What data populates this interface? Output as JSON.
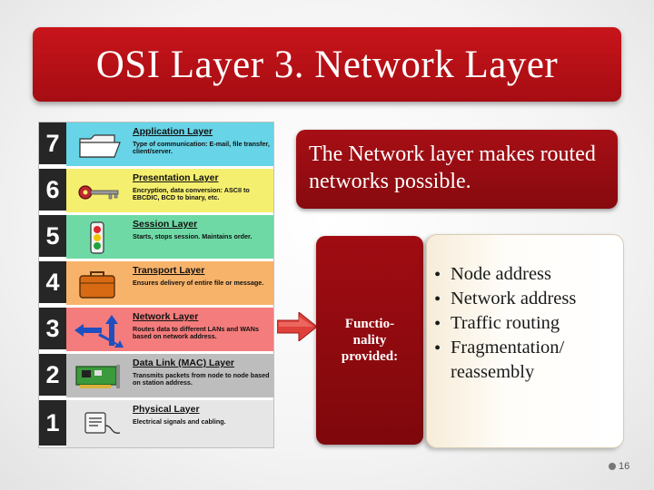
{
  "slide": {
    "title": "OSI Layer 3. Network Layer",
    "callout": "The Network layer makes routed networks possible.",
    "functionality_label": "Functio- nality provided:",
    "functions": [
      "Node address",
      "Network address",
      "Traffic routing",
      "Fragmentation/ reassembly"
    ],
    "page_number": "16"
  },
  "osi_layers": [
    {
      "number": "7",
      "name": "Application Layer",
      "description": "Type of communication: E-mail, file transfer, client/server.",
      "color": "#67d4e7",
      "icon": "folder-icon"
    },
    {
      "number": "6",
      "name": "Presentation Layer",
      "description": "Encryption, data conversion: ASCII to EBCDIC, BCD to binary, etc.",
      "color": "#f5ef6f",
      "icon": "key-icon"
    },
    {
      "number": "5",
      "name": "Session Layer",
      "description": "Starts, stops session. Maintains order.",
      "color": "#6fd9a5",
      "icon": "traffic-light-icon"
    },
    {
      "number": "4",
      "name": "Transport Layer",
      "description": "Ensures delivery of entire file or message.",
      "color": "#f8b36b",
      "icon": "briefcase-icon"
    },
    {
      "number": "3",
      "name": "Network Layer",
      "description": "Routes data to different LANs and WANs based on network address.",
      "color": "#f47c7c",
      "icon": "routing-arrows-icon"
    },
    {
      "number": "2",
      "name": "Data Link (MAC) Layer",
      "description": "Transmits packets from node to node based on station address.",
      "color": "#bdbdbd",
      "icon": "network-card-icon"
    },
    {
      "number": "1",
      "name": "Physical Layer",
      "description": "Electrical signals and cabling.",
      "color": "#e6e6e6",
      "icon": "cable-icon"
    }
  ],
  "colors": {
    "title_bar": "#b51017",
    "box_red": "#960b10",
    "arrow": "#e0403a"
  }
}
